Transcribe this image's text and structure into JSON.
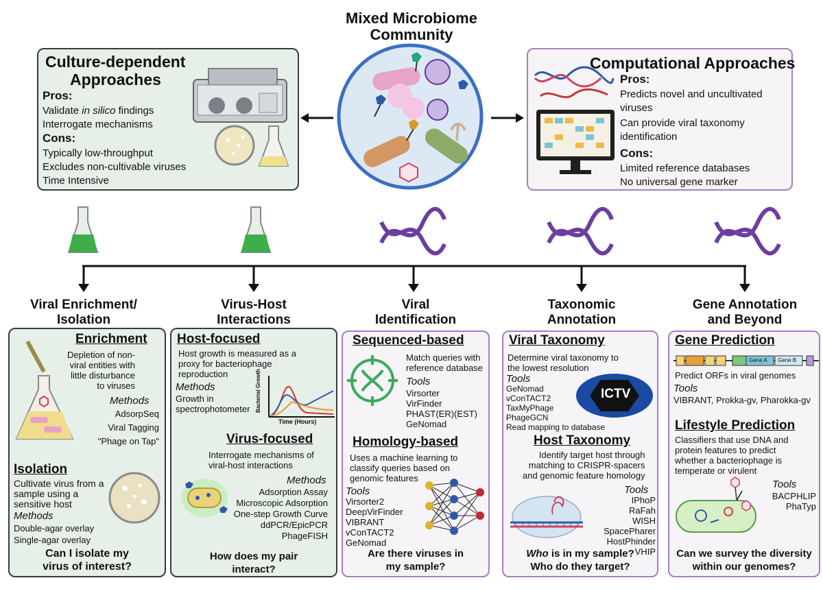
{
  "top": {
    "title_line1": "Mixed Microbiome",
    "title_line2": "Community"
  },
  "culture": {
    "title_line1": "Culture-dependent",
    "title_line2": "Approaches",
    "pros_label": "Pros:",
    "pros": [
      "Validate in silico findings",
      "Interrogate mechanisms"
    ],
    "pros_first_prefix": "Validate ",
    "pros_first_italic": "in silico",
    "pros_first_suffix": " findings",
    "cons_label": "Cons:",
    "cons": [
      "Typically low-throughput",
      "Excludes non-cultivable viruses",
      "Time Intensive"
    ]
  },
  "computational": {
    "title": "Computational Approaches",
    "pros_label": "Pros:",
    "pros": [
      "Predicts novel and uncultivated",
      "viruses",
      "Can provide viral taxonomy",
      "identification"
    ],
    "cons_label": "Cons:",
    "cons": [
      "Limited reference databases",
      "No universal gene marker"
    ]
  },
  "columns": [
    {
      "header_line1": "Viral Enrichment/",
      "header_line2": "Isolation",
      "enrichment_title": "Enrichment",
      "enrichment_desc": [
        "Depletion of non-",
        "viral entities with",
        "little disturbance",
        "to viruses"
      ],
      "methods_label": "Methods",
      "enrichment_methods": [
        "AdsorpSeq",
        "Viral Tagging",
        "\"Phage on Tap\""
      ],
      "isolation_title": "Isolation",
      "isolation_desc": [
        "Cultivate virus from a",
        "sample using a",
        "sensitive host"
      ],
      "isolation_methods": [
        "Double-agar overlay",
        "Single-agar overlay"
      ],
      "question_line1": "Can I isolate my",
      "question_line2": "virus of interest?"
    },
    {
      "header_line1": "Virus-Host",
      "header_line2": "Interactions",
      "host_title": "Host-focused",
      "host_desc": [
        "Host growth is measured as a",
        "proxy for bacteriophage",
        "reproduction"
      ],
      "methods_label": "Methods",
      "host_methods": [
        "Growth in",
        "spectrophotometer"
      ],
      "plot_ylabel": "Bacterial Growth",
      "plot_xlabel": "Time (Hours)",
      "virus_title": "Virus-focused",
      "virus_desc": [
        "Interrogate mechanisms of",
        "viral-host interactions"
      ],
      "virus_methods": [
        "Adsorption Assay",
        "Microscopic Adsorption",
        "One-step Growth Curve",
        "ddPCR/EpicPCR",
        "PhageFISH"
      ],
      "question_line1": "How does my pair",
      "question_line2": "interact?"
    },
    {
      "header_line1": "Viral",
      "header_line2": "Identification",
      "seq_title": "Sequenced-based",
      "seq_desc": [
        "Match queries with",
        "reference database"
      ],
      "tools_label": "Tools",
      "seq_tools": [
        "Virsorter",
        "VirFinder",
        "PHAST(ER)(EST)",
        "GeNomad"
      ],
      "hom_title": "Homology-based",
      "hom_desc": [
        "Uses a machine learning to",
        "classify queries based on",
        "genomic features"
      ],
      "hom_tools": [
        "Virsorter2",
        "DeepVirFinder",
        "VIBRANT",
        "vConTACT2",
        "GeNomad"
      ],
      "question_line1": "Are there viruses in",
      "question_line2": "my sample?"
    },
    {
      "header_line1": "Taxonomic",
      "header_line2": "Annotation",
      "vt_title": "Viral Taxonomy",
      "vt_desc": [
        "Determine viral taxonomy to",
        "the lowest resolution"
      ],
      "tools_label": "Tools",
      "vt_tools": [
        "GeNomad",
        "vConTACT2",
        "TaxMyPhage",
        "PhageGCN",
        "Read mapping to database"
      ],
      "ictv": "ICTV",
      "ht_title": "Host Taxonomy",
      "ht_desc": [
        "Identify target host through",
        "matching to CRISPR-spacers",
        "and genomic feature homology"
      ],
      "ht_tools": [
        "IPhoP",
        "RaFah",
        "WISH",
        "SpacePharer",
        "HostPhinder",
        "VHIP"
      ],
      "question_line1_italic": "Who",
      "question_line1_rest": " is in my sample?",
      "question_line2": "Who do they target?"
    },
    {
      "header_line1": "Gene Annotation",
      "header_line2": "and Beyond",
      "gp_title": "Gene Prediction",
      "gene_a": "Gene A",
      "gene_b": "Gene B",
      "gp_desc": "Predict ORFs in viral genomes",
      "tools_label": "Tools",
      "gp_tools": "VIBRANT, Prokka-gv, Pharokka-gv",
      "lp_title": "Lifestyle Prediction",
      "lp_desc": [
        "Classifiers that use DNA and",
        "protein features to predict",
        "whether a bacteriophage is",
        "temperate or virulent"
      ],
      "lp_tools": [
        "BACPHLIP",
        "PhaTyp"
      ],
      "question_line1": "Can we survey the diversity",
      "question_line2": "within our genomes?"
    }
  ],
  "colors": {
    "green_box_bg": "#e6efe8",
    "green_box_border": "#3a3a3a",
    "purple_box_border": "#a57ec2",
    "dna": "#6a3fa0",
    "flask_liquid": "#3fae4a",
    "circle_border": "#3d6fc2"
  }
}
